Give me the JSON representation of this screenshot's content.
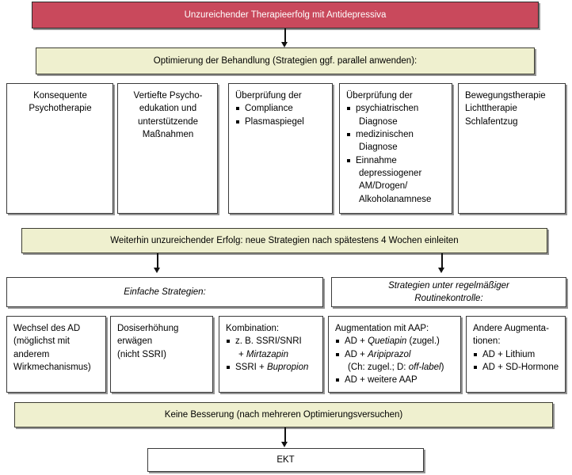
{
  "diagram": {
    "title_banner": "Unzureichender Therapieerfolg mit Antidepressiva",
    "optimization_banner": "Optimierung der Behandlung (Strategien ggf. parallel anwenden):",
    "further_banner": "Weiterhin unzureichender Erfolg: neue Strategien nach spätestens 4 Wochen einleiten",
    "no_improvement_banner": "Keine Besserung (nach mehreren Optimierungsversuchen)",
    "ekt_box": "EKT",
    "colors": {
      "banner_red": "#c9495c",
      "banner_yellow": "#eff0cf",
      "border": "#3a3a3a",
      "text": "#000000",
      "banner_red_text": "#ffffff"
    },
    "optimization_boxes": [
      {
        "head_line_1": "Konsequente",
        "head_line_2": "Psychotherapie"
      },
      {
        "head_line_1": "Vertiefte Psycho-",
        "head_line_2": "edukation und",
        "head_line_3": "unterstützende",
        "head_line_4": "Maßnahmen"
      },
      {
        "head": "Überprüfung der",
        "items": [
          "Compliance",
          "Plasmaspiegel"
        ]
      },
      {
        "head": "Überprüfung der",
        "items": [
          "psychiatrischen",
          "Diagnose",
          "medizinischen",
          "Diagnose",
          "Einnahme",
          "depressiogener",
          "AM/Drogen/",
          "Alkoholanamnese"
        ]
      },
      {
        "line_1": "Bewegungstherapie",
        "line_2": "Lichttherapie",
        "line_3": "Schlafentzug"
      }
    ],
    "strategy_headers": {
      "simple": "Einfache Strategien:",
      "routine_line_1": "Strategien unter regelmäßiger",
      "routine_line_2": "Routinekontrolle:"
    },
    "strategy_boxes": [
      {
        "line_1": "Wechsel des AD",
        "line_2": "(möglichst mit",
        "line_3": "anderem",
        "line_4": "Wirkmechanismus)"
      },
      {
        "line_1": "Dosiserhöhung",
        "line_2": "erwägen",
        "line_3": "(nicht SSRI)"
      },
      {
        "head": "Kombination:",
        "item_1_a": "z. B. SSRI/SNRI",
        "item_1_b_plus": "+ ",
        "item_1_b_italic": "Mirtazapin",
        "item_2_a": "SSRI + ",
        "item_2_italic": "Bupropion"
      },
      {
        "head": "Augmentation mit AAP:",
        "item_1_pre": "AD + ",
        "item_1_italic": "Quetiapin",
        "item_1_post": " (zugel.)",
        "item_2_pre": "AD + ",
        "item_2_italic": "Aripiprazol",
        "item_2_cont_pre": "(Ch: zugel.; D: ",
        "item_2_cont_italic": "off-label",
        "item_2_cont_post": ")",
        "item_3": "AD + weitere AAP"
      },
      {
        "head_line_1": "Andere Augmenta-",
        "head_line_2": "tionen:",
        "items": [
          "AD + Lithium",
          "AD + SD-Hormone"
        ]
      }
    ]
  }
}
